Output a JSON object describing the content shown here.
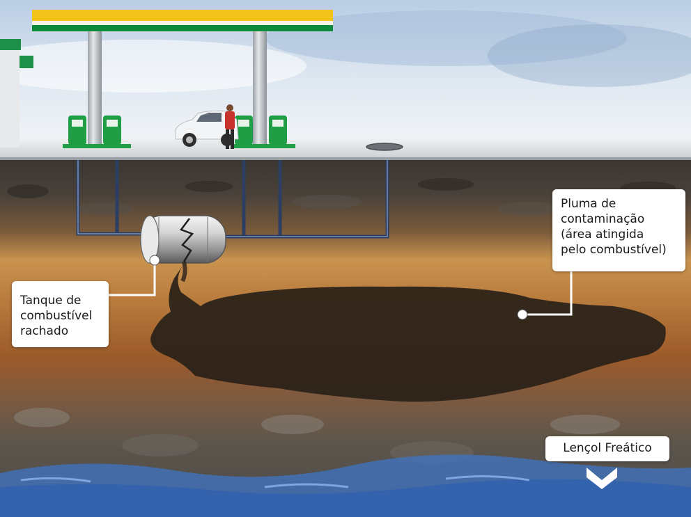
{
  "labels": {
    "tank": [
      "Tanque de",
      "combustível",
      "rachado"
    ],
    "plume": [
      "Pluma de",
      "contaminação",
      "(área atingida",
      "pelo combustível)"
    ],
    "water_table": "Lençol Freático"
  },
  "colors": {
    "canopy_yellow": "#f2c21a",
    "canopy_green": "#0f8a3a",
    "pump_green": "#1f9e46",
    "topsoil": "#3d3730",
    "clay_orange": "#c88a46",
    "plume_dark": "#2a2119",
    "groundwater_blue": "#3f74c4"
  },
  "icons": {
    "water_table_marker": "chevron-down-icon"
  }
}
